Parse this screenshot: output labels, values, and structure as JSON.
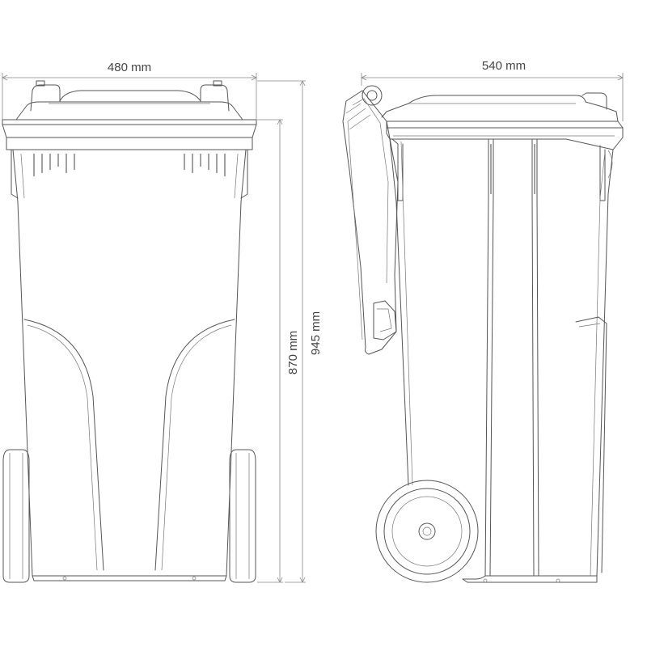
{
  "dimensions": {
    "front_width": "480 mm",
    "side_depth": "540 mm",
    "body_height": "870 mm",
    "total_height": "945 mm"
  },
  "colors": {
    "line": "#555555",
    "dimension_text": "#444444",
    "background": "#ffffff"
  }
}
